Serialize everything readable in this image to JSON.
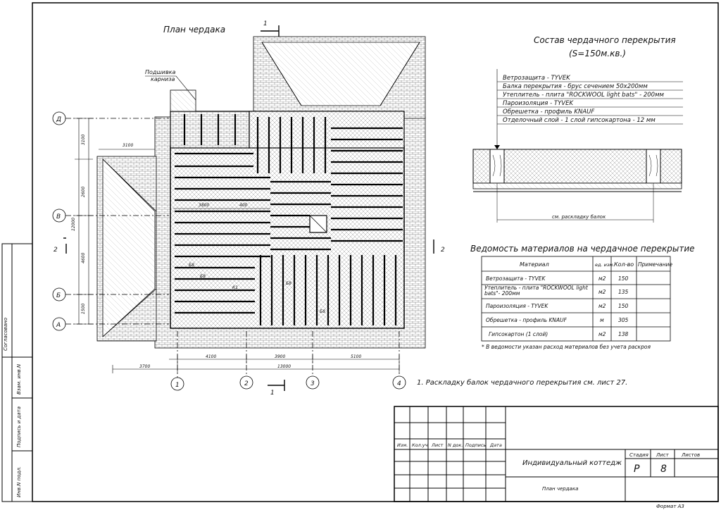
{
  "plan": {
    "title": "План чердака",
    "eave_label": [
      "Подшивка",
      "карниза"
    ],
    "axes_rows": [
      "Д",
      "В",
      "Б",
      "А"
    ],
    "axes_cols": [
      "1",
      "2",
      "3",
      "4"
    ],
    "section_marks": [
      "1",
      "2"
    ],
    "dims_left": [
      "3100",
      "2600",
      "4600",
      "1500",
      "12000"
    ],
    "dims_bottom": [
      "4100",
      "3900",
      "5100",
      "13000",
      "3700"
    ],
    "dims_inner": [
      "3100",
      "3800",
      "400"
    ],
    "beam_labels": [
      "Б8",
      "Б8",
      "К1",
      "Б8",
      "Б8"
    ]
  },
  "composition": {
    "title": "Состав чердачного перекрытия",
    "area": "(S=150м.кв.)",
    "layers": [
      "Ветрозащита - TYVEK",
      "Балка перекрытия - брус сечением 50х200мм",
      "Утеплитель - плита \"ROCKWOOL light bats\" - 200мм",
      "Пароизоляция - TYVEK",
      "Обрешетка - профиль KNAUF",
      "Отделочный слой - 1 слой гипсокартона - 12 мм"
    ],
    "section_note": "см. раскладку балок"
  },
  "materials": {
    "title": "Ведомость материалов на чердачное перекрытие",
    "headers": [
      "Материал",
      "ед. изм.",
      "Кол-во",
      "Примечание"
    ],
    "rows": [
      {
        "name": "Ветрозащита - TYVEK",
        "unit": "м2",
        "qty": "150"
      },
      {
        "name": "Утеплитель - плита \"ROCKWOOL light bats\"- 200мм",
        "unit": "м2",
        "qty": "135"
      },
      {
        "name": "Пароизоляция - TYVEK",
        "unit": "м2",
        "qty": "150"
      },
      {
        "name": "Обрешетка - профиль KNAUF",
        "unit": "м",
        "qty": "305"
      },
      {
        "name": "Гипсокартон (1 слой)",
        "unit": "м2",
        "qty": "138"
      }
    ],
    "footnote": "* В ведомости указан расход материалов без учета раскроя"
  },
  "note": "1.  Раскладку балок чердачного перекрытия см. лист  27.",
  "titleblock": {
    "headers": [
      "Изм.",
      "Кол.уч",
      "Лист",
      "N док.",
      "Подпись",
      "Дата"
    ],
    "project": "Индивидуальный коттедж",
    "sheet_name": "План чердака",
    "stage_label": "Стадия",
    "sheet_label": "Лист",
    "sheets_label": "Листов",
    "stage": "Р",
    "sheet": "8",
    "format": "Формат А3"
  },
  "side_stamp": [
    "Согласовано",
    "Взам. инв.N",
    "Подпись и дата",
    "Инв.N подл."
  ]
}
